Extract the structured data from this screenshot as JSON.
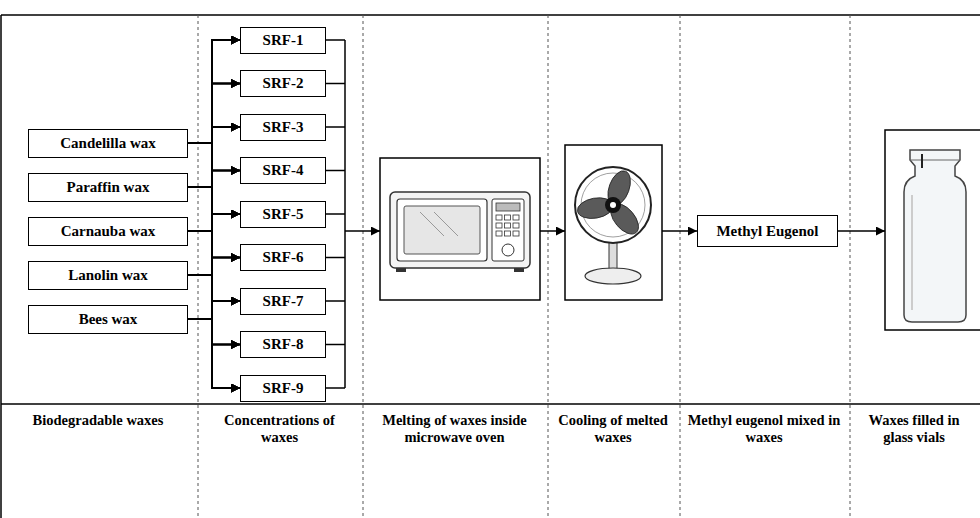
{
  "diagram": {
    "nodes": [
      {
        "text": [
          "Candelilla wax"
        ]
      },
      {
        "text": [
          "Paraffin wax"
        ]
      },
      {
        "text": [
          "Carnauba wax"
        ]
      },
      {
        "text": [
          "Lanolin wax"
        ]
      },
      {
        "text": [
          "Bees wax"
        ]
      },
      {
        "text": [
          "SRF-1"
        ]
      },
      {
        "text": [
          "SRF-2"
        ]
      },
      {
        "text": [
          "SRF-3"
        ]
      },
      {
        "text": [
          "SRF-4"
        ]
      },
      {
        "text": [
          "SRF-5"
        ]
      },
      {
        "text": [
          "SRF-6"
        ]
      },
      {
        "text": [
          "SRF-7"
        ]
      },
      {
        "text": [
          "SRF-8"
        ]
      },
      {
        "text": [
          "SRF-9"
        ]
      },
      {
        "text": [
          "Methyl Eugenol"
        ]
      }
    ],
    "edges": [
      {
        "from": 0,
        "to": 5,
        "arrow": "to"
      },
      {
        "from": 0,
        "to": 6,
        "arrow": "to"
      },
      {
        "from": 0,
        "to": 7,
        "arrow": "to"
      },
      {
        "from": 0,
        "to": 8,
        "arrow": "to"
      },
      {
        "from": 0,
        "to": 9,
        "arrow": "to"
      },
      {
        "from": 0,
        "to": 10,
        "arrow": "to"
      },
      {
        "from": 0,
        "to": 11,
        "arrow": "to"
      },
      {
        "from": 0,
        "to": 12,
        "arrow": "to"
      },
      {
        "from": 0,
        "to": 13,
        "arrow": "to"
      },
      {
        "from": 1,
        "to": 5,
        "arrow": "to"
      },
      {
        "from": 1,
        "to": 6,
        "arrow": "to"
      },
      {
        "from": 1,
        "to": 7,
        "arrow": "to"
      },
      {
        "from": 1,
        "to": 8,
        "arrow": "to"
      },
      {
        "from": 1,
        "to": 9,
        "arrow": "to"
      },
      {
        "from": 1,
        "to": 10,
        "arrow": "to"
      },
      {
        "from": 1,
        "to": 11,
        "arrow": "to"
      },
      {
        "from": 1,
        "to": 12,
        "arrow": "to"
      },
      {
        "from": 1,
        "to": 13,
        "arrow": "to"
      },
      {
        "from": 2,
        "to": 5,
        "arrow": "to"
      },
      {
        "from": 2,
        "to": 6,
        "arrow": "to"
      },
      {
        "from": 2,
        "to": 7,
        "arrow": "to"
      },
      {
        "from": 2,
        "to": 8,
        "arrow": "to"
      },
      {
        "from": 2,
        "to": 9,
        "arrow": "to"
      },
      {
        "from": 2,
        "to": 10,
        "arrow": "to"
      },
      {
        "from": 2,
        "to": 11,
        "arrow": "to"
      },
      {
        "from": 2,
        "to": 12,
        "arrow": "to"
      },
      {
        "from": 2,
        "to": 13,
        "arrow": "to"
      },
      {
        "from": 3,
        "to": 5,
        "arrow": "to"
      },
      {
        "from": 3,
        "to": 6,
        "arrow": "to"
      },
      {
        "from": 3,
        "to": 7,
        "arrow": "to"
      },
      {
        "from": 3,
        "to": 8,
        "arrow": "to"
      },
      {
        "from": 3,
        "to": 9,
        "arrow": "to"
      },
      {
        "from": 3,
        "to": 10,
        "arrow": "to"
      },
      {
        "from": 3,
        "to": 11,
        "arrow": "to"
      },
      {
        "from": 3,
        "to": 12,
        "arrow": "to"
      },
      {
        "from": 3,
        "to": 13,
        "arrow": "to"
      },
      {
        "from": 4,
        "to": 5,
        "arrow": "to"
      },
      {
        "from": 4,
        "to": 6,
        "arrow": "to"
      },
      {
        "from": 4,
        "to": 7,
        "arrow": "to"
      },
      {
        "from": 4,
        "to": 8,
        "arrow": "to"
      },
      {
        "from": 4,
        "to": 9,
        "arrow": "to"
      },
      {
        "from": 4,
        "to": 10,
        "arrow": "to"
      },
      {
        "from": 4,
        "to": 11,
        "arrow": "to"
      },
      {
        "from": 4,
        "to": 12,
        "arrow": "to"
      },
      {
        "from": 4,
        "to": 13,
        "arrow": "to"
      }
    ],
    "labels": [
      "Biodegradable waxes",
      "Concentrations of waxes",
      "Melting of waxes inside microwave oven",
      "Cooling of melted waxes",
      "Methyl eugenol mixed in waxes",
      "Waxes filled in glass vials"
    ]
  }
}
